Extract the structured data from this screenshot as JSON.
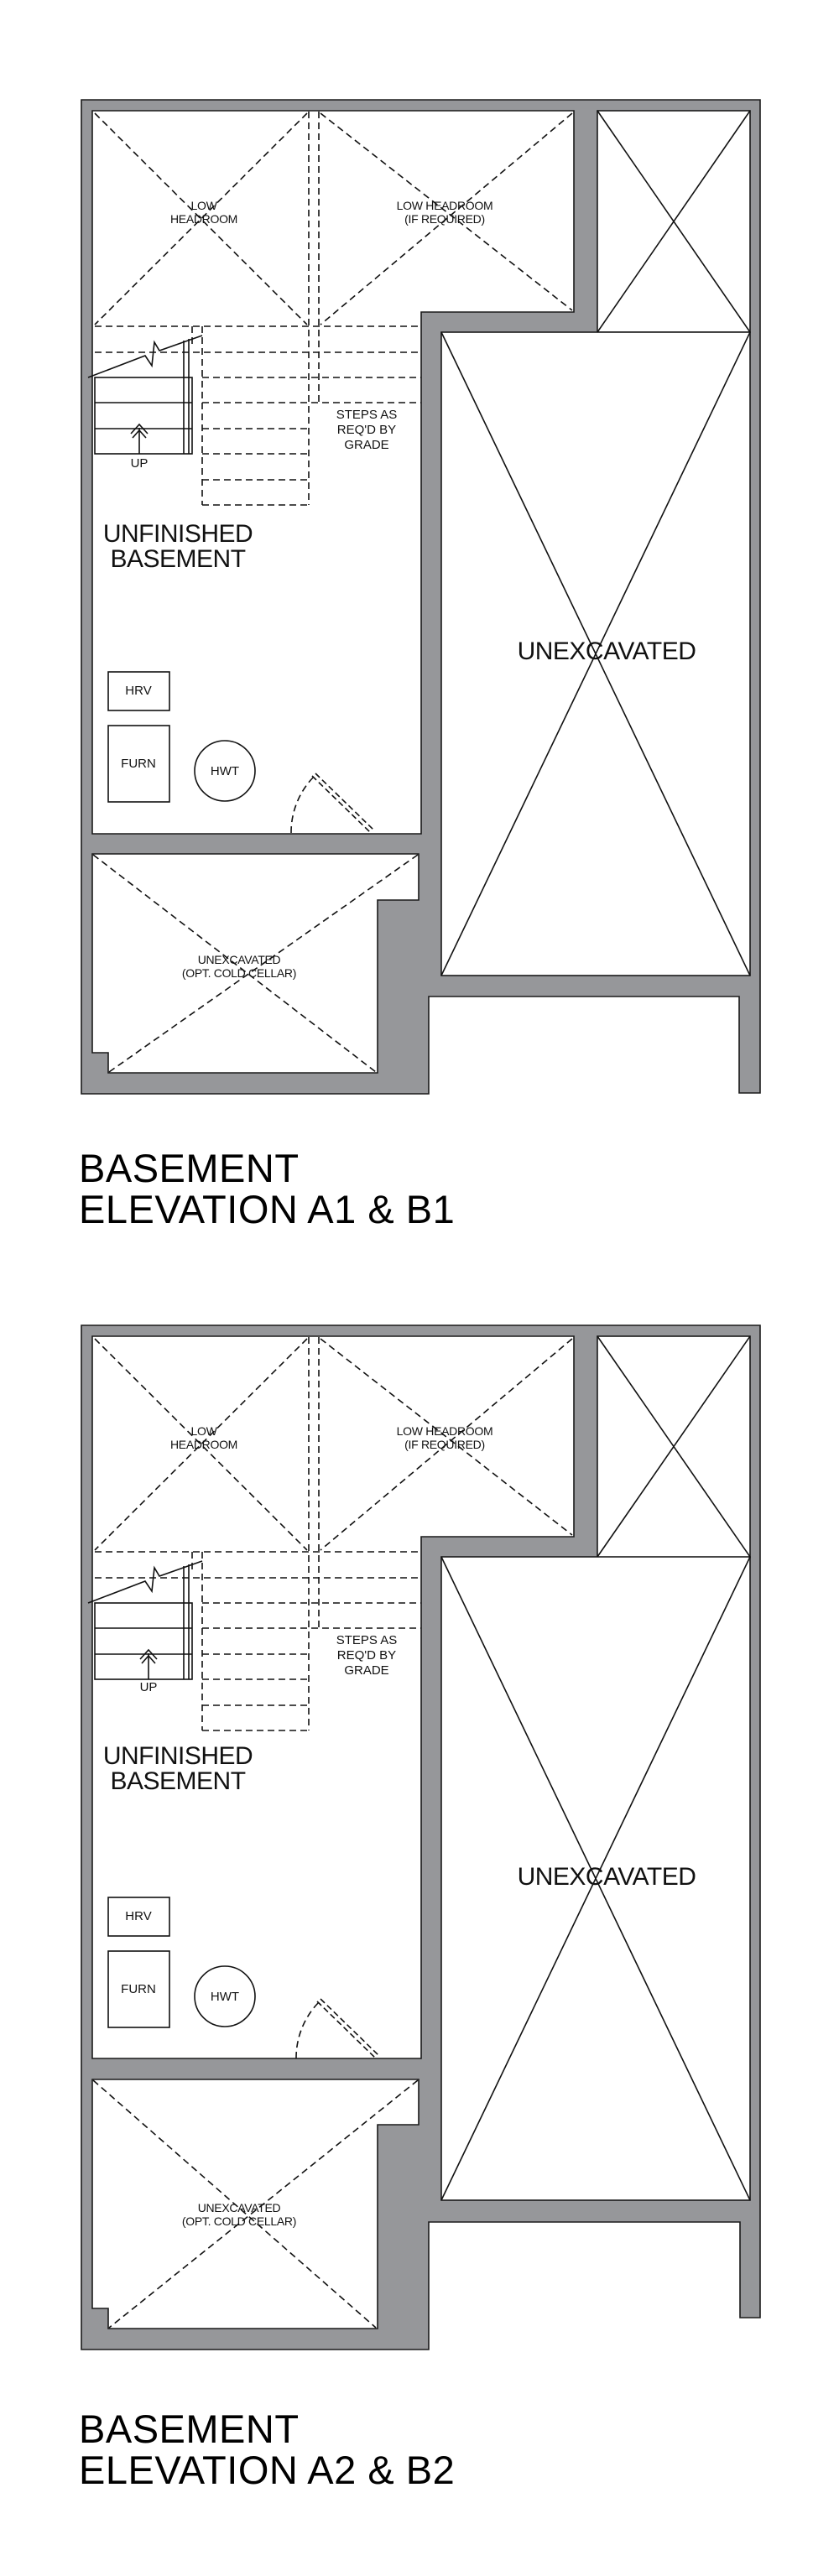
{
  "plans": [
    {
      "title_line1": "BASEMENT",
      "title_line2": "ELEVATION A1 & B1",
      "labels": {
        "low_headroom_1": "LOW",
        "low_headroom_2": "HEADROOM",
        "low_headroom_req_1": "LOW HEADROOM",
        "low_headroom_req_2": "(IF REQUIRED)",
        "steps_1": "STEPS AS",
        "steps_2": "REQ'D BY",
        "steps_3": "GRADE",
        "up": "UP",
        "unfinished_1": "UNFINISHED",
        "unfinished_2": "BASEMENT",
        "unexcavated": "UNEXCAVATED",
        "cold_cellar_1": "UNEXCAVATED",
        "cold_cellar_2": "(OPT. COLD CELLAR)",
        "hrv": "HRV",
        "furn": "FURN",
        "hwt": "HWT"
      }
    },
    {
      "title_line1": "BASEMENT",
      "title_line2": "ELEVATION A2 & B2",
      "labels": {
        "low_headroom_1": "LOW",
        "low_headroom_2": "HEADROOM",
        "low_headroom_req_1": "LOW HEADROOM",
        "low_headroom_req_2": "(IF REQUIRED)",
        "steps_1": "STEPS AS",
        "steps_2": "REQ'D BY",
        "steps_3": "GRADE",
        "up": "UP",
        "unfinished_1": "UNFINISHED",
        "unfinished_2": "BASEMENT",
        "unexcavated": "UNEXCAVATED",
        "cold_cellar_1": "UNEXCAVATED",
        "cold_cellar_2": "(OPT. COLD CELLAR)",
        "hrv": "HRV",
        "furn": "FURN",
        "hwt": "HWT"
      }
    }
  ],
  "colors": {
    "wall_fill": "#96979a",
    "line": "#111111",
    "background": "#ffffff"
  }
}
